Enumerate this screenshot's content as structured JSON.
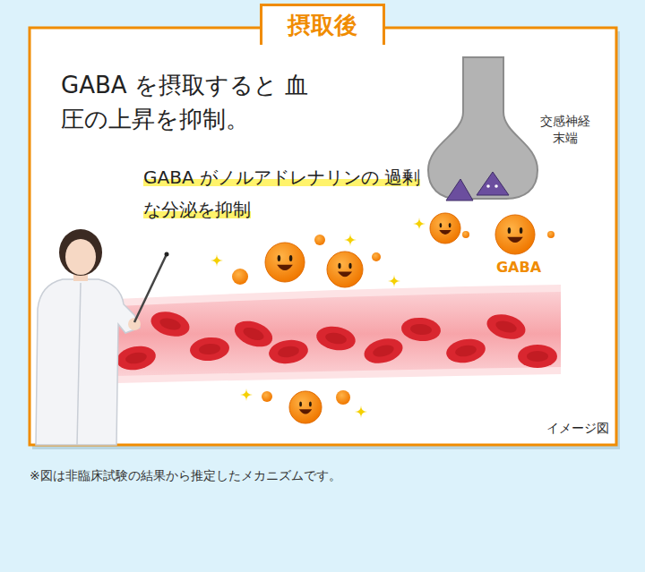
{
  "diagram": {
    "title": "GABA を摂取すると 血圧の上昇を抑制。",
    "caption": "※図は非臨床試験の結果から推定したメカニズムです。",
    "nodes": [
      {
        "text": [
          "摂取後"
        ]
      }
    ],
    "labels": [
      "GABA がノルアドレナリンの 過剰な分泌を抑制",
      "交感神経 末端",
      "GABA",
      "イメージ図"
    ]
  }
}
